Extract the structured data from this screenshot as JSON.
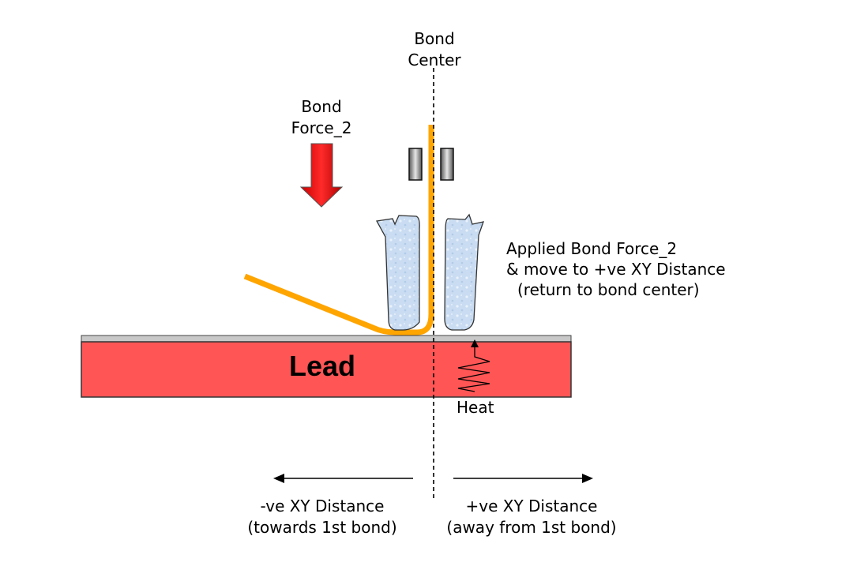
{
  "bond_center": {
    "line1": "Bond",
    "line2": "Center"
  },
  "bond_force": {
    "line1": "Bond",
    "line2": "Force_2"
  },
  "applied": {
    "line1": "Applied Bond Force_2",
    "line2": "& move to +ve XY Distance",
    "line3": "(return to bond center)"
  },
  "lead": {
    "label": "Lead"
  },
  "heat": {
    "label": "Heat"
  },
  "neg_xy": {
    "line1": "-ve XY Distance",
    "line2": "(towards 1st bond)"
  },
  "pos_xy": {
    "line1": "+ve XY Distance",
    "line2": "(away from 1st bond)"
  },
  "colors": {
    "lead_fill": "#ff5555",
    "wire": "#ffa500",
    "arrow_red": "#ff0000",
    "capillary": "#c9dcf2",
    "surface": "#c8c8c8"
  }
}
